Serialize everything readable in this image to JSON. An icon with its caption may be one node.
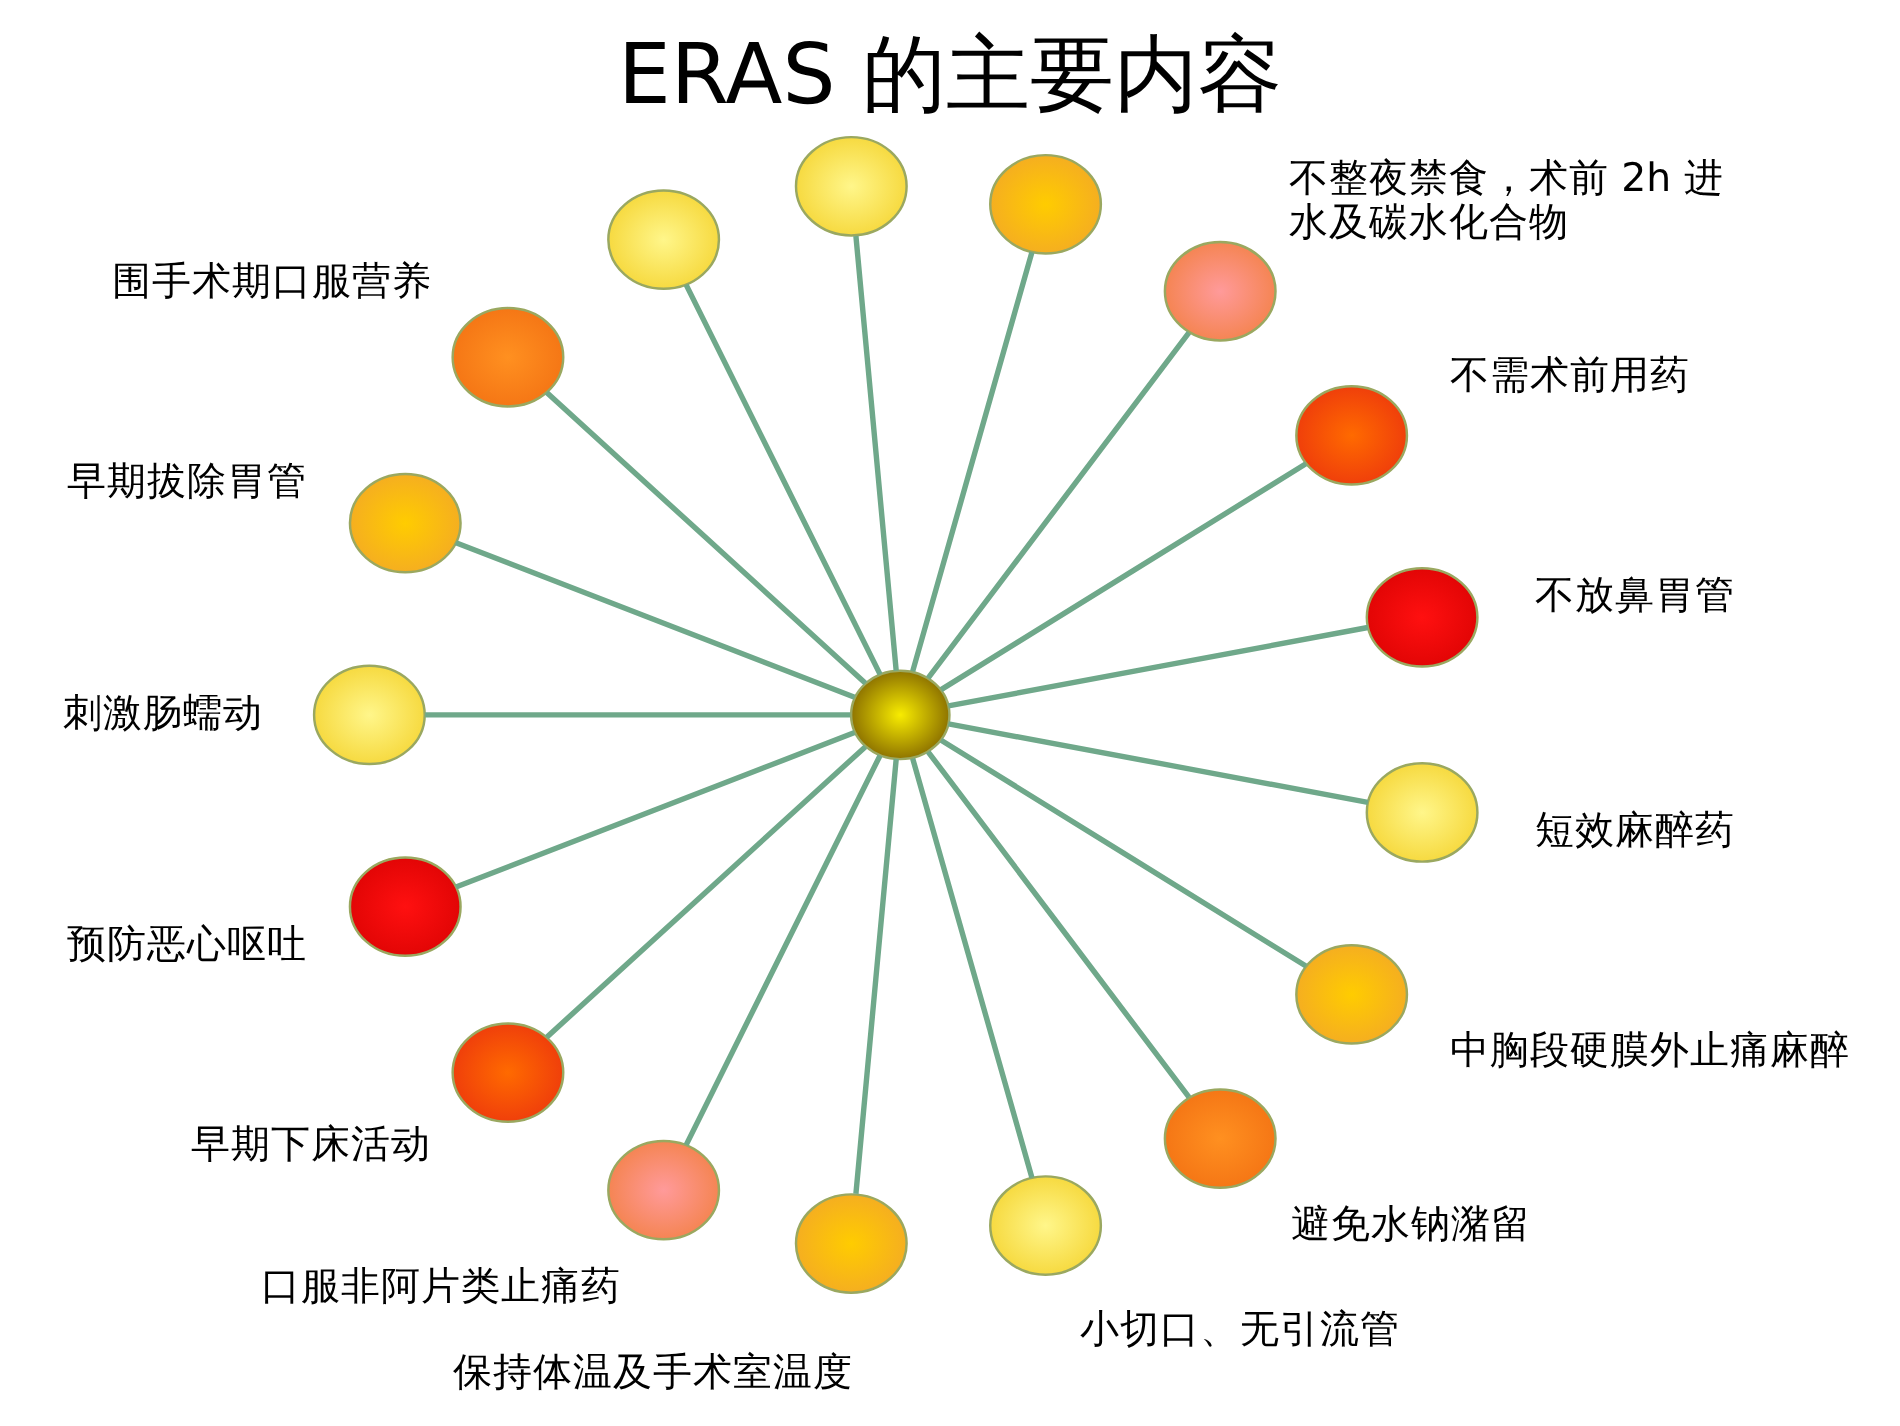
{
  "diagram": {
    "title": "ERAS 的主要内容",
    "nodes": [
      {
        "text": [],
        "shape": "circle"
      },
      {
        "text": [],
        "shape": "circle"
      },
      {
        "text": [],
        "shape": "circle"
      },
      {
        "text": [],
        "shape": "circle"
      },
      {
        "text": [],
        "shape": "circle",
        "beside": [
          "不整夜禁食，术前 2h 进水及碳水化合物"
        ]
      },
      {
        "text": [],
        "shape": "circle",
        "beside": [
          "不需术前用药"
        ]
      },
      {
        "text": [],
        "shape": "circle",
        "beside": [
          "不放鼻胃管"
        ]
      },
      {
        "text": [],
        "shape": "circle",
        "beside": [
          "短效麻醉药"
        ]
      },
      {
        "text": [],
        "shape": "circle",
        "beside": [
          "中胸段硬膜外止痛麻醉"
        ]
      },
      {
        "text": [],
        "shape": "circle",
        "beside": [
          "避免水钠潴留"
        ]
      },
      {
        "text": [],
        "shape": "circle",
        "beside": [
          "小切口、无引流管"
        ]
      },
      {
        "text": [],
        "shape": "circle",
        "beside": [
          "保持体温及手术室温度"
        ]
      },
      {
        "text": [],
        "shape": "circle",
        "beside": [
          "口服非阿片类止痛药"
        ]
      },
      {
        "text": [],
        "shape": "circle",
        "beside": [
          "早期下床活动"
        ]
      },
      {
        "text": [],
        "shape": "circle",
        "beside": [
          "预防恶心呕吐"
        ]
      },
      {
        "text": [],
        "shape": "circle",
        "beside": [
          "刺激肠蠕动"
        ]
      },
      {
        "text": [],
        "shape": "circle",
        "beside": [
          "早期拔除胃管"
        ]
      },
      {
        "text": [],
        "shape": "circle",
        "beside": [
          "围手术期口服营养"
        ]
      }
    ],
    "edges": [
      {
        "from": 0,
        "to": 1,
        "arrow": "none"
      },
      {
        "from": 0,
        "to": 2,
        "arrow": "none"
      },
      {
        "from": 0,
        "to": 3,
        "arrow": "none"
      },
      {
        "from": 0,
        "to": 4,
        "arrow": "none"
      },
      {
        "from": 0,
        "to": 5,
        "arrow": "none"
      },
      {
        "from": 0,
        "to": 6,
        "arrow": "none"
      },
      {
        "from": 0,
        "to": 7,
        "arrow": "none"
      },
      {
        "from": 0,
        "to": 8,
        "arrow": "none"
      },
      {
        "from": 0,
        "to": 9,
        "arrow": "none"
      },
      {
        "from": 0,
        "to": 10,
        "arrow": "none"
      },
      {
        "from": 0,
        "to": 11,
        "arrow": "none"
      },
      {
        "from": 0,
        "to": 12,
        "arrow": "none"
      },
      {
        "from": 0,
        "to": 13,
        "arrow": "none"
      },
      {
        "from": 0,
        "to": 14,
        "arrow": "none"
      },
      {
        "from": 0,
        "to": 15,
        "arrow": "none"
      },
      {
        "from": 0,
        "to": 16,
        "arrow": "none"
      },
      {
        "from": 0,
        "to": 17,
        "arrow": "none"
      }
    ]
  }
}
